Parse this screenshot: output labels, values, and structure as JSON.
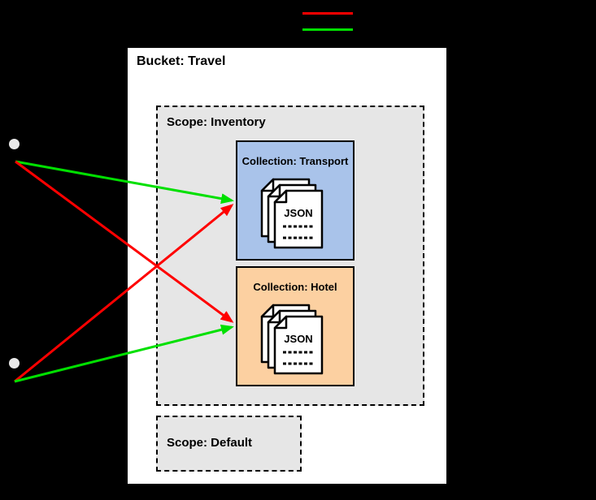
{
  "page": {
    "background": "#000000"
  },
  "legend": {
    "lines": [
      {
        "name": "red-path-line",
        "color": "#ff0000"
      },
      {
        "name": "green-path-line",
        "color": "#00e000"
      }
    ]
  },
  "clients": [
    {
      "name": "client-dot-top",
      "color": "#e8e8e8"
    },
    {
      "name": "client-dot-bottom",
      "color": "#e8e8e8"
    }
  ],
  "bucket": {
    "title": "Bucket: Travel",
    "fill": "#ffffff",
    "border": "#000000"
  },
  "scopes": [
    {
      "title": "Scope: Inventory",
      "fill": "#e6e6e6"
    },
    {
      "title": "Scope: Default",
      "fill": "#e6e6e6"
    }
  ],
  "collections": [
    {
      "title": "Collection: Transport",
      "fill": "#a9c3ea",
      "doc_label": "JSON"
    },
    {
      "title": "Collection: Hotel",
      "fill": "#fcd0a1",
      "doc_label": "JSON"
    }
  ],
  "arrows": [
    {
      "from": "client-dot-top",
      "to": "Collection: Transport",
      "color": "#00e000"
    },
    {
      "from": "client-dot-top",
      "to": "Collection: Hotel",
      "color": "#ff0000"
    },
    {
      "from": "client-dot-bottom",
      "to": "Collection: Transport",
      "color": "#ff0000"
    },
    {
      "from": "client-dot-bottom",
      "to": "Collection: Hotel",
      "color": "#00e000"
    }
  ]
}
